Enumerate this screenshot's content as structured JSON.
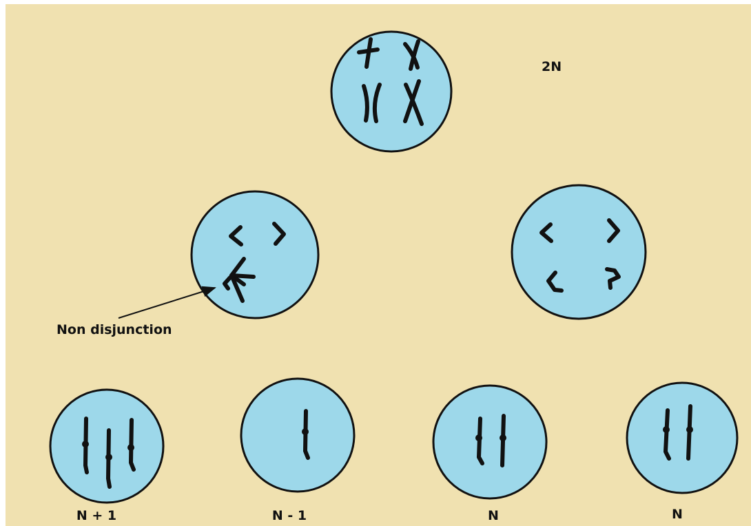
{
  "colors": {
    "background": "#f0e1b0",
    "cell_fill": "#9dd8ea",
    "cell_stroke": "#111111",
    "chromosome": "#111111"
  },
  "labels": {
    "parent_ploidy": "2N",
    "annotation": "Non disjunction",
    "daughter_1": "N + 1",
    "daughter_2": "N - 1",
    "daughter_3": "N",
    "daughter_4": "N"
  },
  "cells": [
    {
      "id": "parent-cell",
      "stage": "parent",
      "chromosome_count": 4,
      "shape": "x-chromosome"
    },
    {
      "id": "meiosis1-left-cell",
      "stage": "meiosis-1",
      "chromosome_count": 3,
      "shape": "chromatid",
      "note": "non-disjunction"
    },
    {
      "id": "meiosis1-right-cell",
      "stage": "meiosis-1",
      "chromosome_count": 4,
      "shape": "chromatid"
    },
    {
      "id": "daughter-cell-1",
      "stage": "gamete",
      "chromosome_count": 3,
      "shape": "rod"
    },
    {
      "id": "daughter-cell-2",
      "stage": "gamete",
      "chromosome_count": 1,
      "shape": "rod"
    },
    {
      "id": "daughter-cell-3",
      "stage": "gamete",
      "chromosome_count": 2,
      "shape": "rod"
    },
    {
      "id": "daughter-cell-4",
      "stage": "gamete",
      "chromosome_count": 2,
      "shape": "rod"
    }
  ]
}
